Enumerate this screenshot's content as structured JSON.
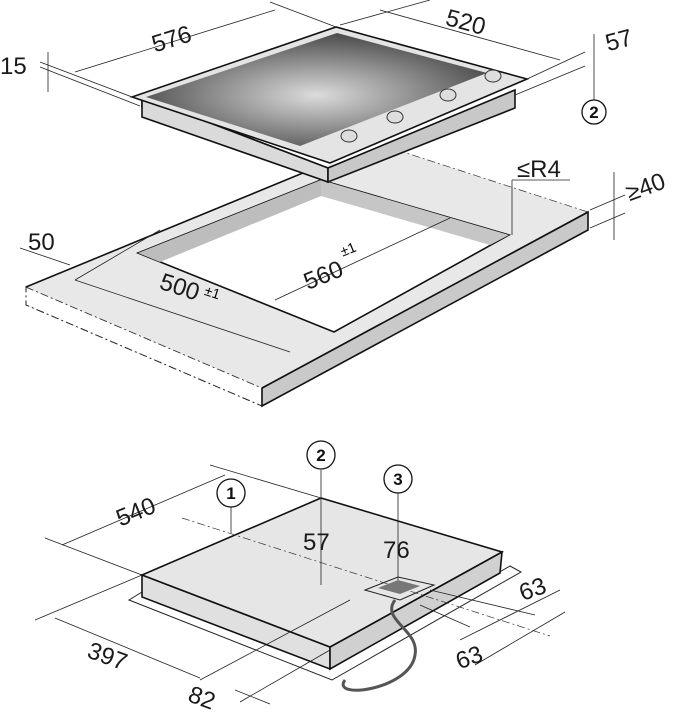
{
  "top_view": {
    "width_label": "576",
    "depth_label": "520",
    "frame_height_label": "15",
    "body_height_label": "57",
    "callout_2": "2"
  },
  "cutout": {
    "radius_label": "≤R4",
    "countertop_label": "≥40",
    "margin_label": "50",
    "cut_width_label": "500",
    "cut_width_tol": "±1",
    "cut_depth_label": "560",
    "cut_depth_tol": "±1"
  },
  "bottom_view": {
    "depth_label": "540",
    "callout_1": "1",
    "callout_2": "2",
    "callout_3": "3",
    "height_57": "57",
    "height_76": "76",
    "offset_63_top": "63",
    "offset_63_bottom": "63",
    "width_397": "397",
    "width_82": "82"
  },
  "colors": {
    "surface": "#e6e6e6",
    "side": "#cfcfcf",
    "glass_dark": "#4a4a4a",
    "glass_light": "#d8d8d8",
    "connector": "#777777"
  }
}
